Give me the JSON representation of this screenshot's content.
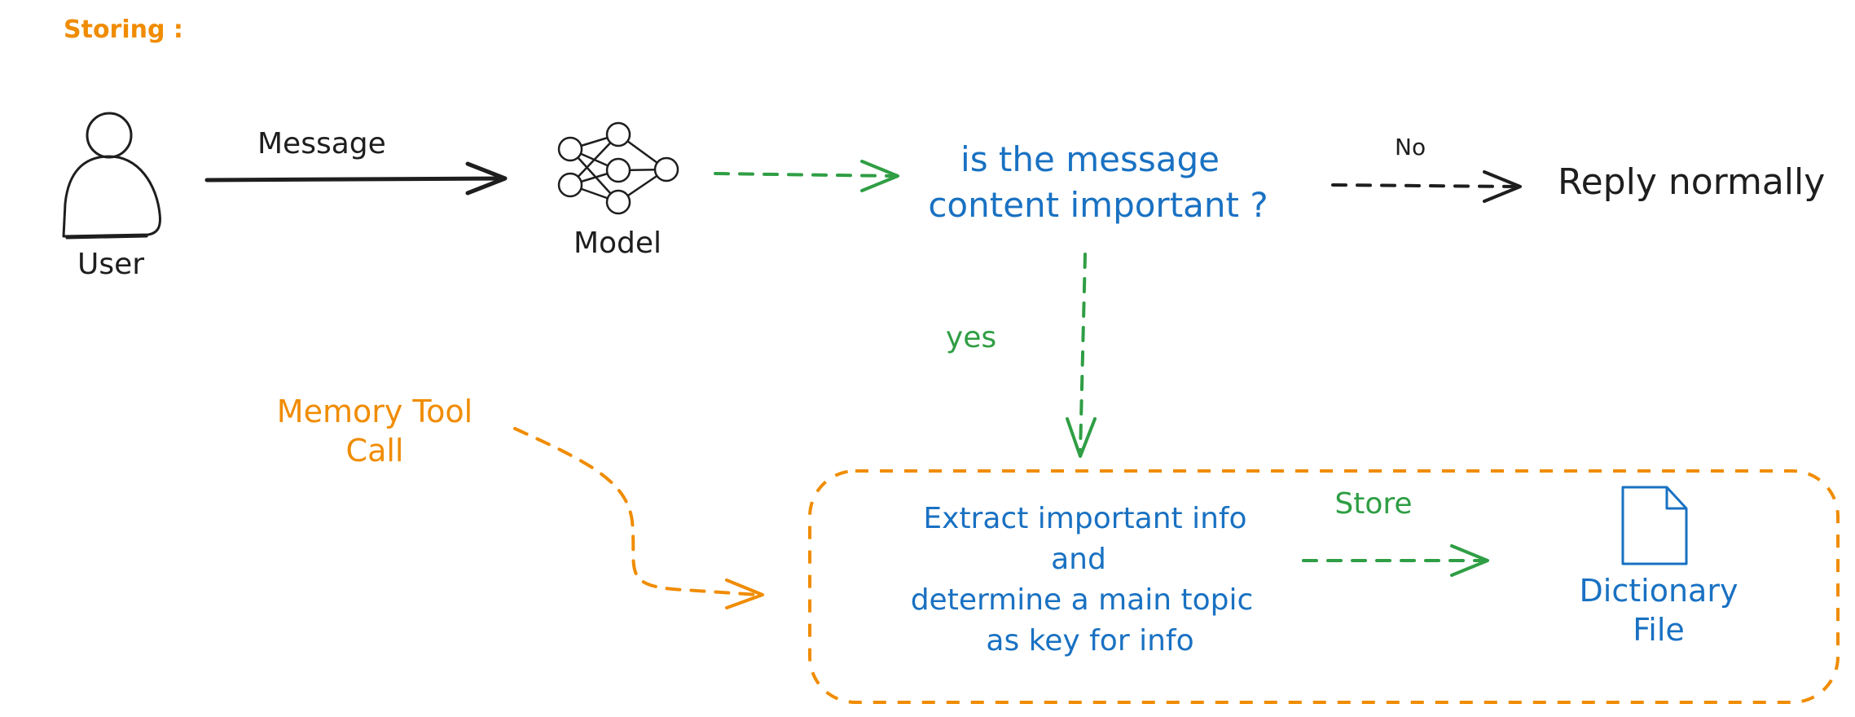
{
  "colors": {
    "black": "#1e1e1e",
    "blue": "#1971c2",
    "green": "#2f9e44",
    "orange": "#f08c00",
    "background": "#ffffff"
  },
  "section_title": "Storing :",
  "user": {
    "label": "User",
    "icon": "user-icon"
  },
  "message_arrow": {
    "label": "Message"
  },
  "model": {
    "label": "Model",
    "icon": "neural-network-icon"
  },
  "decision": {
    "line1": "is the message",
    "line2": "content important ?"
  },
  "no_branch": {
    "label": "No",
    "target": "Reply normally"
  },
  "yes_branch": {
    "label": "yes"
  },
  "memory_tool": {
    "line1": "Memory Tool",
    "line2": "Call"
  },
  "extract_box": {
    "line1": "Extract important info",
    "line2": "and",
    "line3": "determine a main topic",
    "line4": "as key for info"
  },
  "store_arrow": {
    "label": "Store"
  },
  "dictionary_file": {
    "line1": "Dictionary",
    "line2": "File",
    "icon": "file-icon"
  }
}
